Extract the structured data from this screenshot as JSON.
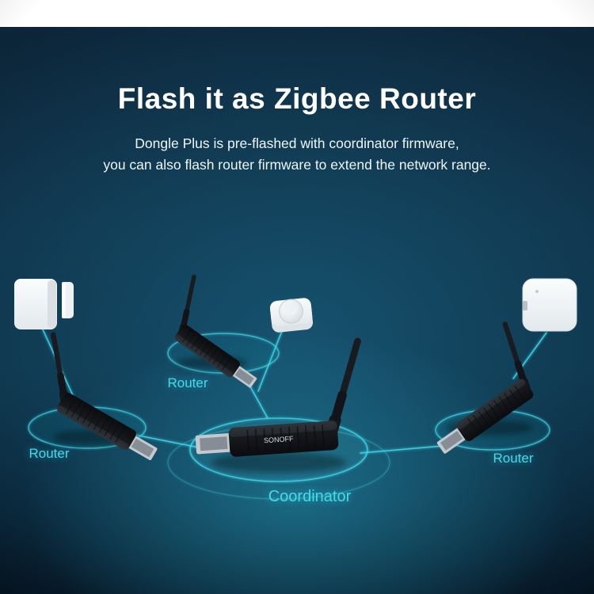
{
  "header": {
    "title": "Flash it as Zigbee Router",
    "subtitle_line1": "Dongle Plus is pre-flashed with coordinator firmware,",
    "subtitle_line2": "you can also flash router firmware to extend the network range."
  },
  "diagram": {
    "dongle_brand": "SONOFF",
    "labels": {
      "router_left": "Router",
      "router_top": "Router",
      "router_right": "Router",
      "coordinator": "Coordinator"
    },
    "devices": {
      "door_sensor": "door-window-sensor",
      "knob": "smart-knob-switch",
      "temp_sensor": "temperature-humidity-sensor"
    },
    "colors": {
      "accent": "#43dbea",
      "line": "#3fd6e8",
      "background_dark": "#0c2437",
      "glow": "#2aa5c3"
    }
  }
}
